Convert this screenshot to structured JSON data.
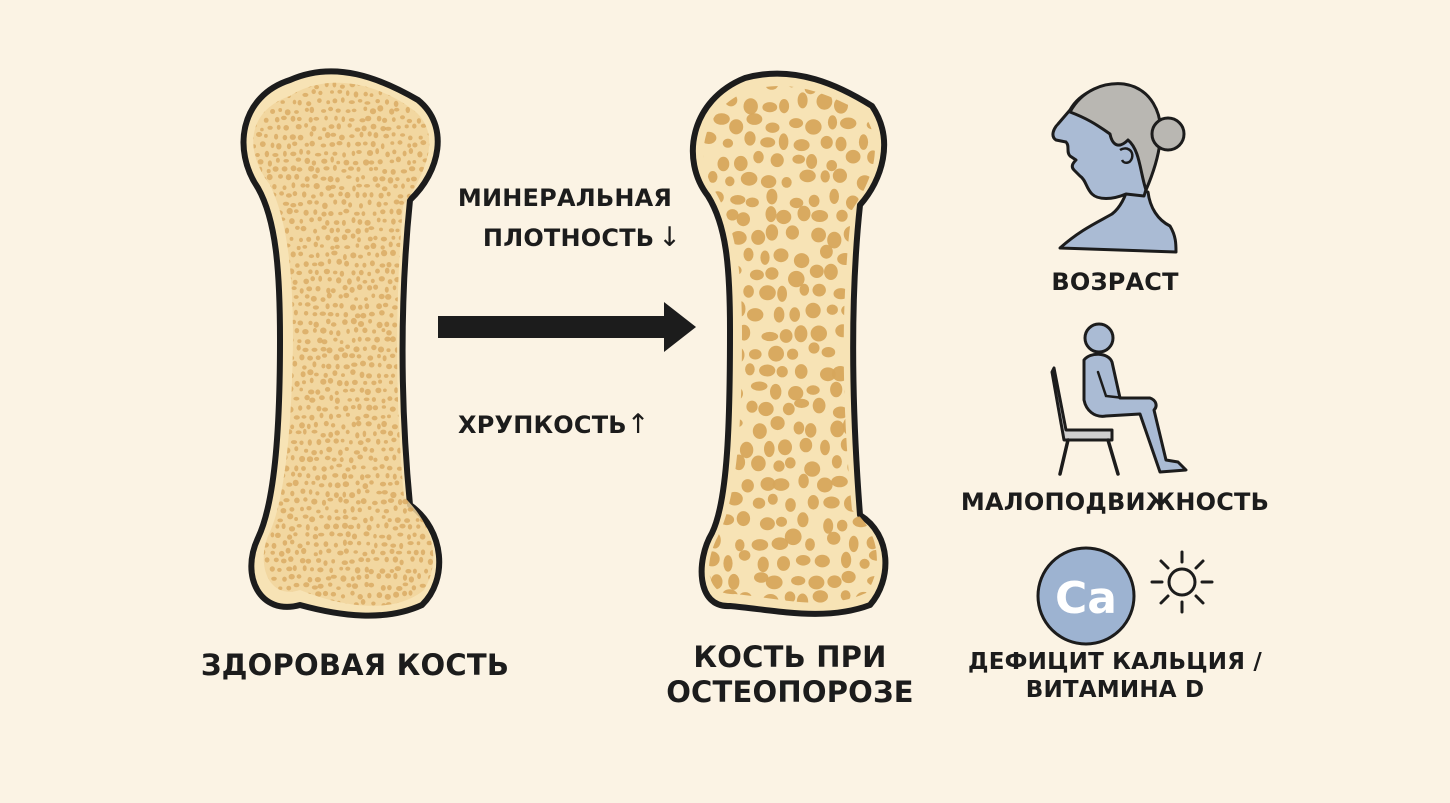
{
  "bones": {
    "healthy": {
      "label": "ЗДОРОВАЯ КОСТЬ"
    },
    "osteoporotic": {
      "label_line1": "КОСТЬ ПРИ",
      "label_line2": "ОСТЕОПОРОЗЕ"
    }
  },
  "changes": {
    "density_line1": "МИНЕРАЛЬНАЯ",
    "density_line2": "ПЛОТНОСТЬ",
    "density_arrow": "↓",
    "fragility": "ХРУПКОСТЬ",
    "fragility_arrow": "↑"
  },
  "risk_factors": {
    "age": {
      "label": "ВОЗРАСТ",
      "icon": "woman-profile-icon"
    },
    "inactivity": {
      "label": "МАЛОПОДВИЖНОСТЬ",
      "icon": "seated-person-icon"
    },
    "deficiency": {
      "label_line1": "ДЕФИЦИТ КАЛЬЦИЯ /",
      "label_line2": "ВИТАМИНА D",
      "calcium_symbol": "Ca",
      "icons": [
        "calcium-icon",
        "sun-icon"
      ]
    }
  },
  "colors": {
    "background": "#fbf3e4",
    "bone_fill": "#f7e3b5",
    "bone_inner": "#f1d59c",
    "pore": "#d7a65c",
    "outline": "#1c1c1c",
    "figure_blue": "#aabbd4",
    "hair_gray": "#b9b7b2",
    "calcium_blue": "#9db3d1"
  }
}
